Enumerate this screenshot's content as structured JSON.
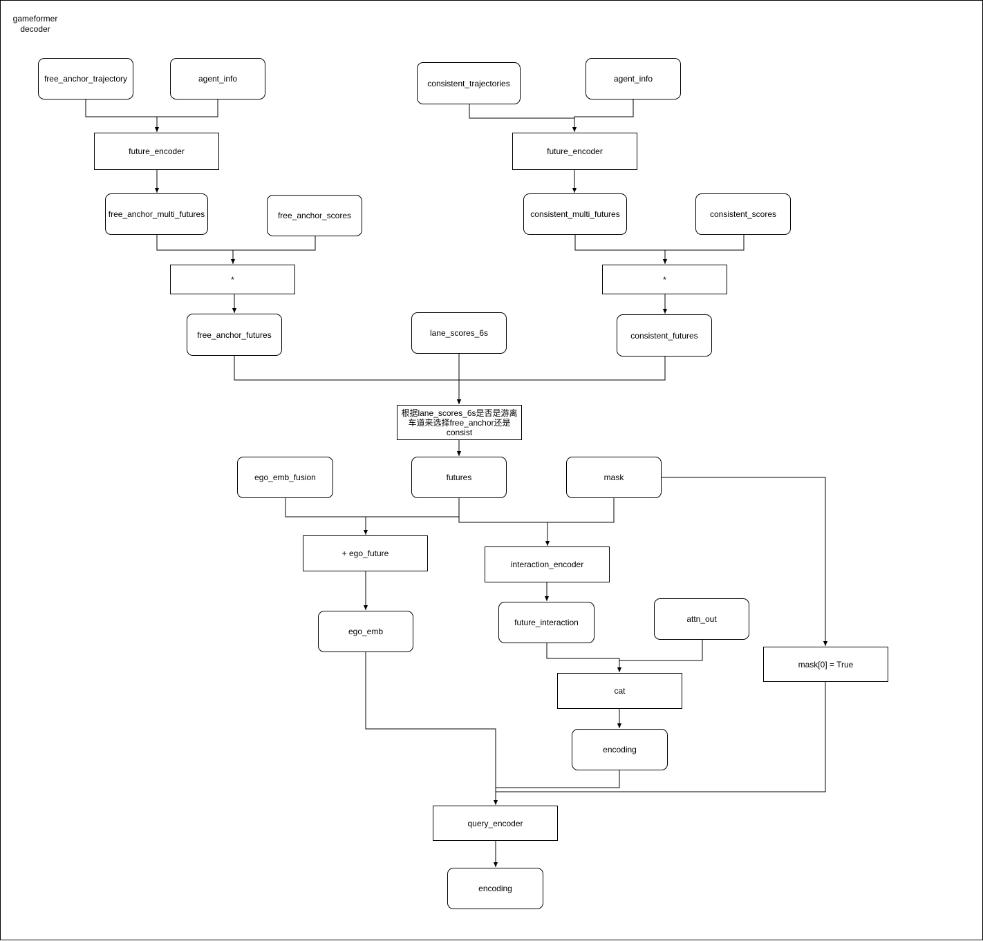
{
  "title": {
    "line1": "gameformer",
    "line2": "decoder"
  },
  "colors": {
    "stroke": "#000000",
    "fill": "#ffffff",
    "background": "#ffffff"
  },
  "nodes": {
    "free_anchor_trajectory": "free_anchor_trajectory",
    "agent_info_left": "agent_info",
    "future_encoder_left": "future_encoder",
    "free_anchor_multi_futures": "free_anchor_multi_futures",
    "free_anchor_scores": "free_anchor_scores",
    "multiply_left": "*",
    "free_anchor_futures": "free_anchor_futures",
    "consistent_trajectories": "consistent_trajectories",
    "agent_info_right": "agent_info",
    "future_encoder_right": "future_encoder",
    "consistent_multi_futures": "consistent_multi_futures",
    "consistent_scores": "consistent_scores",
    "multiply_right": "*",
    "consistent_futures": "consistent_futures",
    "lane_scores_6s": "lane_scores_6s",
    "select": "根据lane_scores_6s是否是游离车道来选择free_anchor还是consist",
    "ego_emb_fusion": "ego_emb_fusion",
    "futures": "futures",
    "mask": "mask",
    "plus_ego_future": "+ ego_future",
    "interaction_encoder": "interaction_encoder",
    "ego_emb": "ego_emb",
    "future_interaction": "future_interaction",
    "attn_out": "attn_out",
    "mask_true": "mask[0] = True",
    "cat": "cat",
    "encoding_mid": "encoding",
    "query_encoder": "query_encoder",
    "encoding_out": "encoding"
  }
}
